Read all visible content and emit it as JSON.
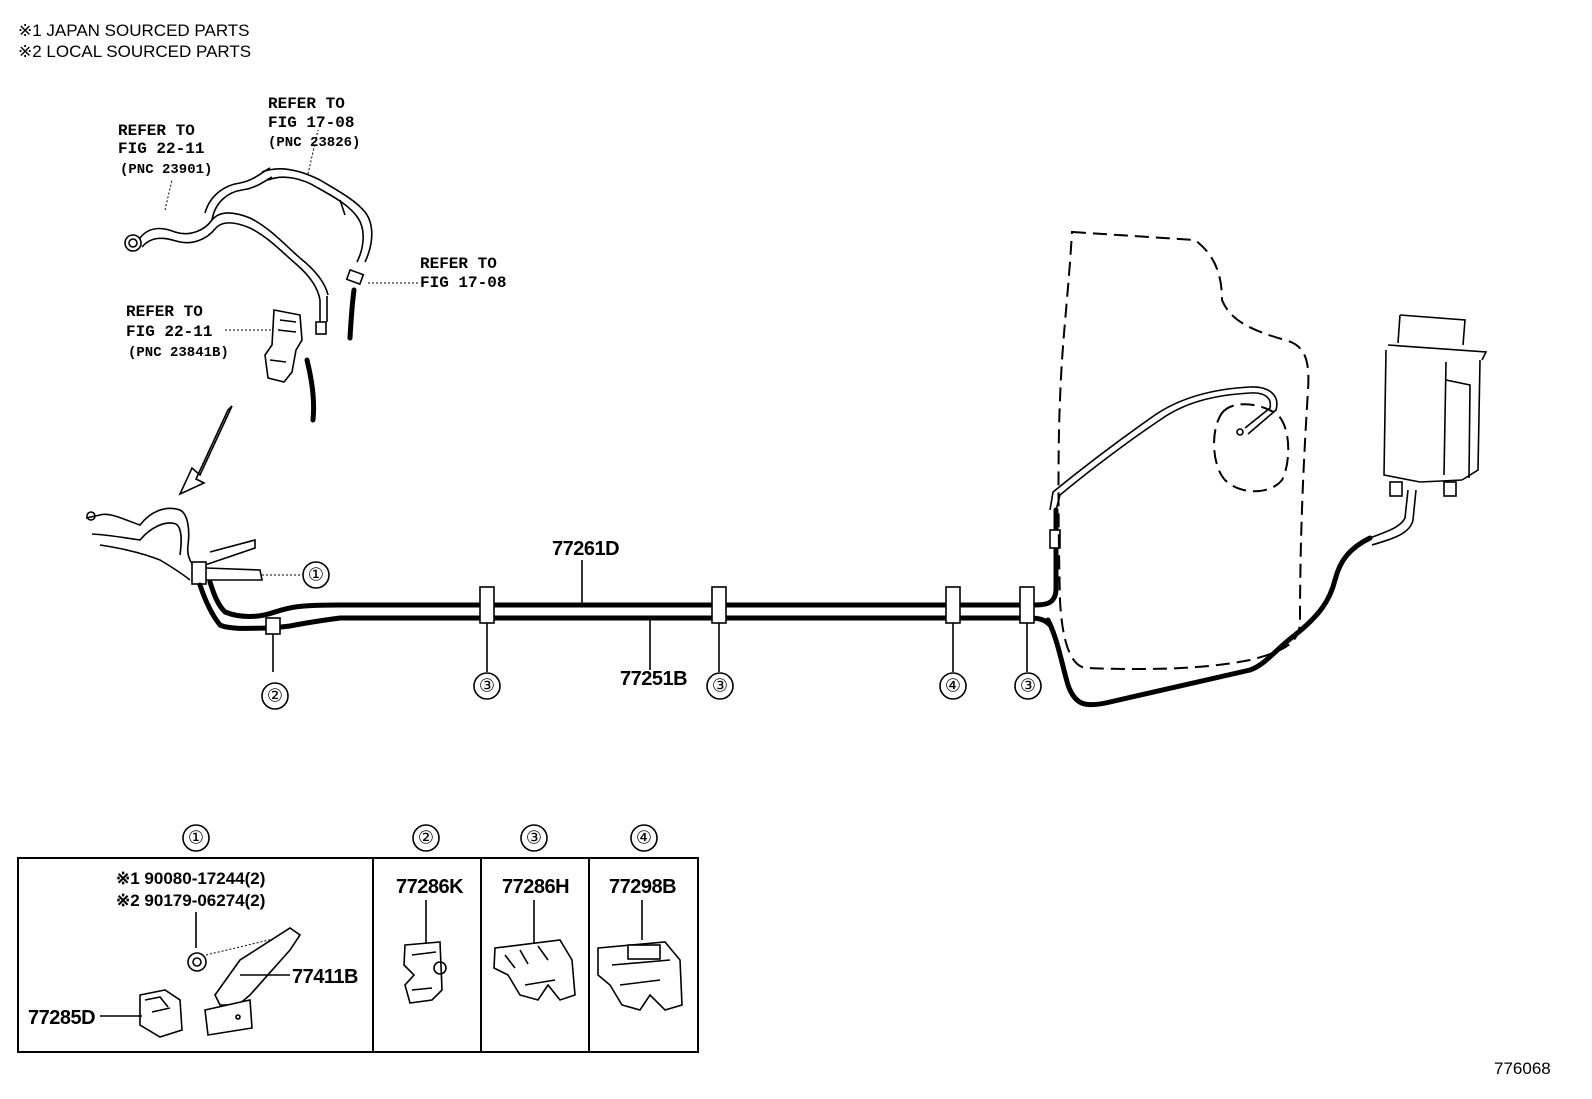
{
  "notes": {
    "japan": "※1 JAPAN SOURCED PARTS",
    "local": "※2 LOCAL SOURCED PARTS"
  },
  "refs": {
    "ref1": {
      "l1": "REFER TO",
      "l2": "FIG 22-11",
      "l3": "(PNC 23901)"
    },
    "ref2": {
      "l1": "REFER TO",
      "l2": "FIG 17-08",
      "l3": "(PNC 23826)"
    },
    "ref3": {
      "l1": "REFER TO",
      "l2": "FIG 17-08"
    },
    "ref4": {
      "l1": "REFER TO",
      "l2": "FIG 22-11",
      "l3": "(PNC 23841B)"
    }
  },
  "main_parts": {
    "tube_upper": "77261D",
    "tube_lower": "77251B"
  },
  "callouts": {
    "c1": "①",
    "c2": "②",
    "c3": "③",
    "c4": "④"
  },
  "legend": {
    "headers": [
      "①",
      "②",
      "③",
      "④"
    ],
    "box1": {
      "line1": "※1 90080-17244(2)",
      "line2": "※2 90179-06274(2)",
      "part_a": "77411B",
      "part_b": "77285D"
    },
    "box2": {
      "part": "77286K"
    },
    "box3": {
      "part": "77286H"
    },
    "box4": {
      "part": "77298B"
    }
  },
  "figure_number": "776068"
}
